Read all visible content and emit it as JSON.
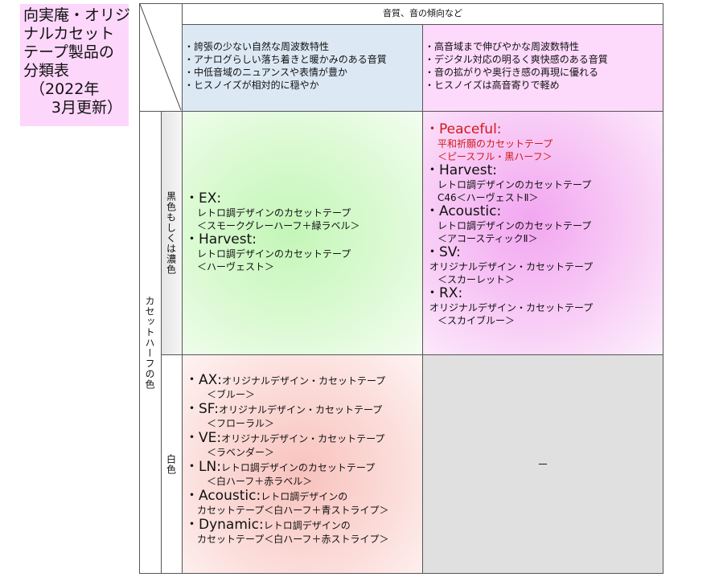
{
  "title": {
    "lines": [
      "向実庵・オリジ",
      "ナルカセット",
      "テープ製品の",
      "分類表",
      "（2022年",
      "3月更新）"
    ]
  },
  "header": {
    "top_label": "音質、音の傾向など",
    "left_features": [
      "・誇張の少ない自然な周波数特性",
      "・アナログらしい落ち着きと暖かみのある音質",
      "・中低音域のニュアンスや表情が豊か",
      "・ヒスノイズが相対的に穏やか"
    ],
    "right_features": [
      "・高音域まで伸びやかな周波数特性",
      "・デジタル対応の明るく爽快感のある音質",
      "・音の拡がりや奥行き感の再現に優れる",
      "・ヒスノイズは高音寄りで軽め"
    ]
  },
  "side": {
    "outer_label": "カセットハーフの色",
    "dark_label": "黒色もしくは濃色",
    "white_label": "白色"
  },
  "cells": {
    "dark_left": [
      {
        "name": "・EX:",
        "desc": "レトロ調デザインのカセットテープ",
        "detail": "＜スモークグレーハーフ＋緑ラベル＞"
      },
      {
        "name": "・Harvest:",
        "desc": "レトロ調デザインのカセットテープ",
        "detail": "＜ハーヴェスト＞"
      }
    ],
    "dark_right": [
      {
        "name": "・Peaceful:",
        "desc": "平和祈願のカセットテープ",
        "detail": "＜ピースフル・黒ハーフ＞",
        "highlight": true
      },
      {
        "name": "・Harvest:",
        "desc": "レトロ調デザインのカセットテープ",
        "detail": "C46＜ハーヴェストⅡ＞"
      },
      {
        "name": "・Acoustic:",
        "desc": "レトロ調デザインのカセットテープ",
        "detail": "＜アコースティックⅡ＞"
      },
      {
        "name": "・SV:",
        "desc": "オリジナルデザイン・カセットテープ",
        "detail": "＜スカーレット＞"
      },
      {
        "name": "・RX:",
        "desc": "オリジナルデザイン・カセットテープ",
        "detail": "＜スカイブルー＞"
      }
    ],
    "white_left": [
      {
        "name": "・AX:",
        "desc": "オリジナルデザイン・カセットテープ",
        "detail": "＜ブルー＞"
      },
      {
        "name": "・SF:",
        "desc": "オリジナルデザイン・カセットテープ",
        "detail": "＜フローラル＞"
      },
      {
        "name": "・VE:",
        "desc": "オリジナルデザイン・カセットテープ",
        "detail": "＜ラベンダー＞"
      },
      {
        "name": "・LN:",
        "desc": "レトロ調デザインのカセットテープ",
        "detail": "＜白ハーフ＋赤ラベル＞"
      },
      {
        "name": "・Acoustic:",
        "desc": "レトロ調デザインの",
        "detail": "カセットテープ＜白ハーフ＋青ストライプ＞"
      },
      {
        "name": "・Dynamic:",
        "desc": "レトロ調デザインの",
        "detail": "カセットテープ＜白ハーフ＋赤ストライプ＞"
      }
    ],
    "white_right": "－"
  },
  "colors": {
    "title_bg": "#fdd6fb",
    "left_header_bg": "#dce9f5",
    "right_header_bg": "#fdd9fb",
    "dark_left_bg": "#c9f7bd",
    "dark_right_bg": "#f5b3f3",
    "white_left_bg": "#f9c8c4",
    "empty_bg": "#e0e0e0",
    "highlight": "#d01818"
  }
}
